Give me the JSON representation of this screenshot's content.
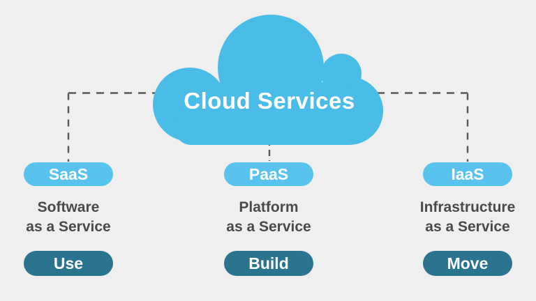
{
  "diagram": {
    "title": "Cloud Services",
    "columns": [
      {
        "abbr": "SaaS",
        "name_line1": "Software",
        "name_line2": "as a Service",
        "action": "Use"
      },
      {
        "abbr": "PaaS",
        "name_line1": "Platform",
        "name_line2": "as a Service",
        "action": "Build"
      },
      {
        "abbr": "IaaS",
        "name_line1": "Infrastructure",
        "name_line2": "as a Service",
        "action": "Move"
      }
    ],
    "colors": {
      "background": "#efefef",
      "cloud_blue": "#4abce8",
      "pill_light_blue": "#58c3ee",
      "pill_dark_teal": "#2b7490",
      "label_gray": "#4a4a4c",
      "connector_gray": "#58585a",
      "title_white": "#ffffff"
    }
  }
}
